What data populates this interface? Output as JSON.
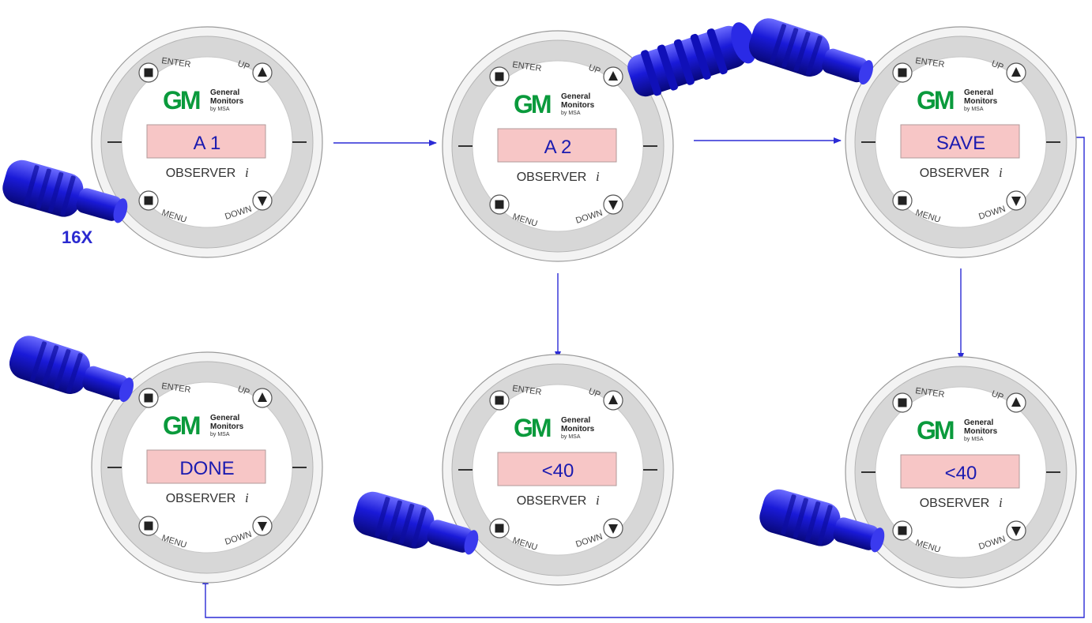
{
  "devices": [
    {
      "display": "A   1",
      "label": "OBSERVER",
      "label_i": "i"
    },
    {
      "display": "A   2",
      "label": "OBSERVER",
      "label_i": "i"
    },
    {
      "display": "SAVE",
      "label": "OBSERVER",
      "label_i": "i"
    },
    {
      "display": "DONE",
      "label": "OBSERVER",
      "label_i": "i"
    },
    {
      "display": "<40",
      "label": "OBSERVER",
      "label_i": "i"
    },
    {
      "display": "<40",
      "label": "OBSERVER",
      "label_i": "i"
    }
  ],
  "buttons": {
    "enter": "ENTER",
    "up": "UP",
    "menu": "MENU",
    "down": "DOWN"
  },
  "logo": {
    "mark": "GM",
    "line1": "General",
    "line2": "Monitors",
    "line3": "by MSA"
  },
  "tap_count": "16X",
  "colors": {
    "arrow": "#2b2bd6",
    "magnet": "#1a1ad8",
    "display_bg": "#f7c6c6",
    "display_text": "#1b1bb0",
    "ring": "#d7d7d7",
    "logo_green": "#0a9a3c",
    "count_text": "#2a2ad0"
  }
}
